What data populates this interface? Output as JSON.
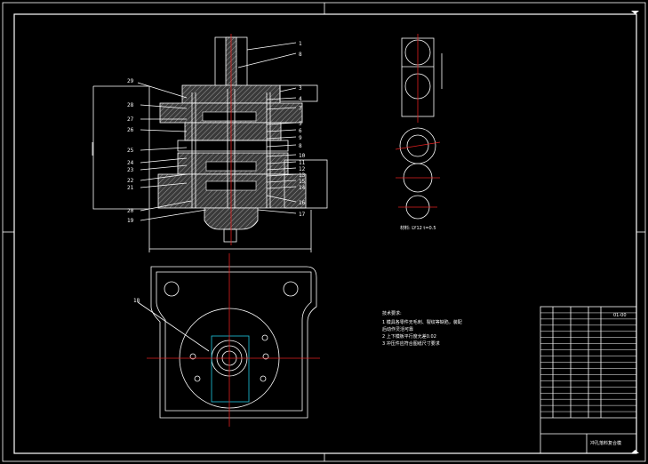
{
  "part_labels_right": [
    "1",
    "8",
    "3",
    "4",
    "7",
    "5",
    "6",
    "9",
    "8",
    "10",
    "11",
    "12",
    "13",
    "15",
    "14",
    "16",
    "17"
  ],
  "part_labels_left": [
    "29",
    "28",
    "27",
    "26",
    "25",
    "24",
    "23",
    "22",
    "21",
    "20",
    "19"
  ],
  "plan_view_label": "18",
  "section_caption": "材料: LY12 t=0.5",
  "tech_notes": {
    "title": "技术要求:",
    "lines": [
      "1 模具各零件无毛刺、裂纹等缺陷，装配",
      "后动作灵活可靠",
      "2 上下模板平行度允差0.02",
      "3 冲压件应符合图纸尺寸要求"
    ]
  },
  "title_block": {
    "name": "冲孔落料复合模",
    "drawing_no": "01-00",
    "rows": 18
  },
  "colors": {
    "line": "#ffffff",
    "center": "#e02020",
    "work": "#20c8e0",
    "hatch": "#9a9a9a",
    "bg": "#000000"
  }
}
